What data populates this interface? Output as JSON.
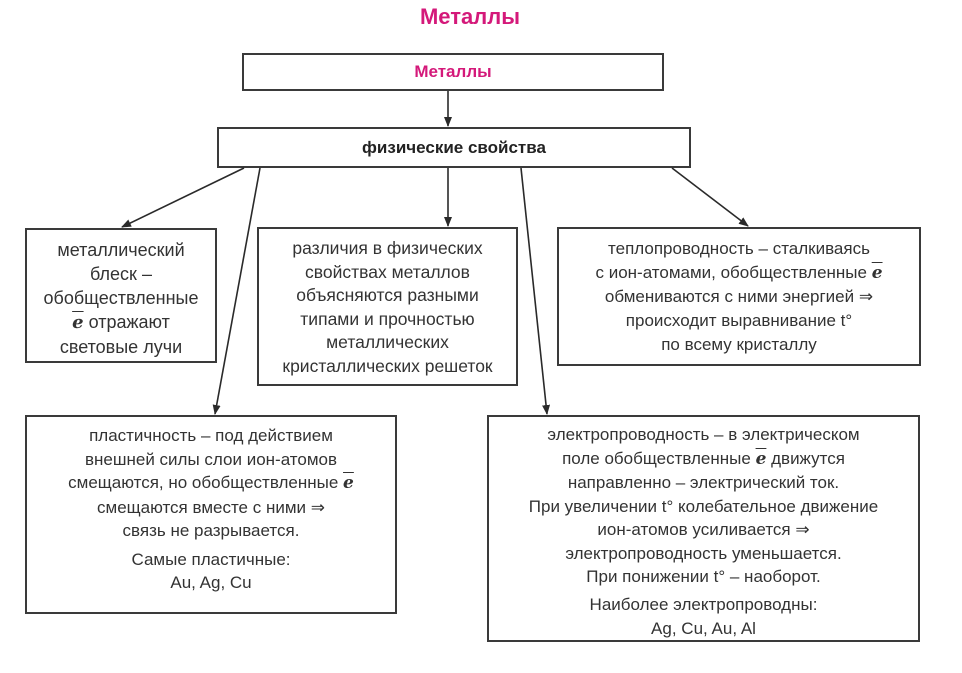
{
  "title": "Металлы",
  "colors": {
    "accent": "#d4197a",
    "border": "#3a3a3a",
    "text": "#333333"
  },
  "root_box": {
    "label": "Металлы"
  },
  "properties_box": {
    "label": "физические свойства"
  },
  "electron_symbol": "e",
  "boxes": {
    "luster": {
      "lines": [
        "металлический",
        "блеск –",
        "обобществленные"
      ],
      "e_line_suffix": " отражают",
      "last_line": "световые лучи"
    },
    "differences": {
      "lines": [
        "различия в физических",
        "свойствах металлов",
        "объясняются разными",
        "типами и прочностью",
        "металлических",
        "кристаллических решеток"
      ]
    },
    "thermal": {
      "line1": "теплопроводность – сталкиваясь",
      "line2_prefix": "с ион-атомами, обобществленные ",
      "line3": "обмениваются с ними энергией ⇒",
      "line4": "происходит выравнивание t°",
      "line5": "по всему кристаллу"
    },
    "plasticity": {
      "line1": "пластичность – под действием",
      "line2": "внешней силы слои ион-атомов",
      "line3_prefix": "смещаются, но обобществленные ",
      "line4": "смещаются вместе с ними ⇒",
      "line5": "связь не разрывается.",
      "most_label": "Самые пластичные:",
      "most_list": "Au, Ag, Cu"
    },
    "conductivity": {
      "line1": "электропроводность – в электрическом",
      "line2_prefix": "поле обобществленные ",
      "line2_suffix": " движутся",
      "line3": "направленно – электрический ток.",
      "line4": "При увеличении t° колебательное движение",
      "line5": "ион-атомов усиливается ⇒",
      "line6": "электропроводность уменьшается.",
      "line7": "При понижении t° – наоборот.",
      "most_label": "Наиболее электропроводны:",
      "most_list": "Ag, Cu, Au, Al"
    }
  }
}
